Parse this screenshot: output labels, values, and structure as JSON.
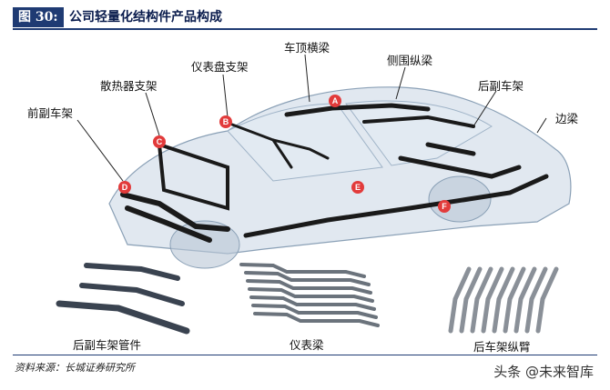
{
  "figure": {
    "number_label": "图 30:",
    "title": "公司轻量化结构件产品构成"
  },
  "labels": {
    "front_subframe": "前副车架",
    "radiator_bracket": "散热器支架",
    "dashboard_bracket": "仪表盘支架",
    "roof_crossbeam": "车顶横梁",
    "side_rail": "侧围纵梁",
    "rear_subframe": "后副车架",
    "side_sill": "边梁",
    "rear_subframe_tube": "后副车架管件",
    "dash_beam": "仪表梁",
    "rear_trailing_arm": "后车架纵臂"
  },
  "markers": [
    "A",
    "B",
    "C",
    "D",
    "E",
    "F"
  ],
  "source": "资料来源：长城证券研究所",
  "watermark": "头条 @未来智库",
  "colors": {
    "brand": "#1f3b73",
    "marker": "#e23b3b",
    "frame": "#1a1a1a",
    "body": "#c9d6e3"
  }
}
